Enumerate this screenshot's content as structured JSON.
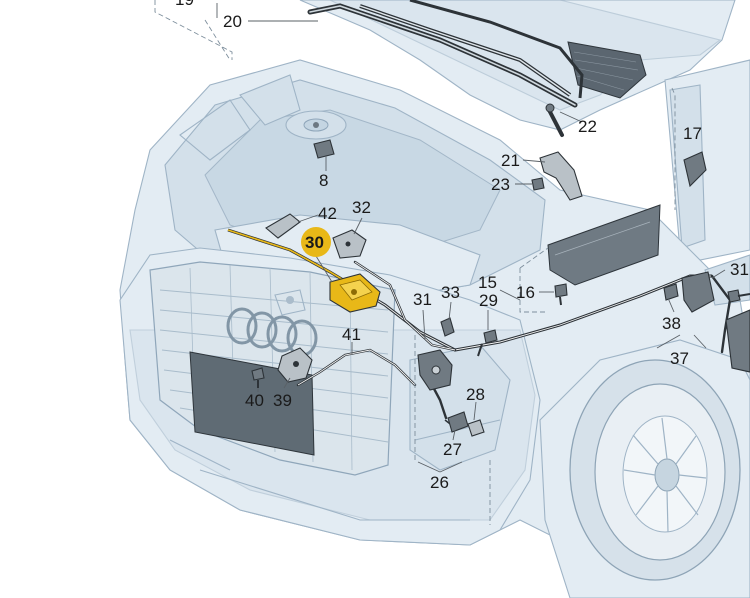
{
  "diagram": {
    "highlight_color": "#e8b818",
    "parts": [
      {
        "id": "p19",
        "label": "19"
      },
      {
        "id": "p20",
        "label": "20"
      },
      {
        "id": "p22",
        "label": "22"
      },
      {
        "id": "p17",
        "label": "17"
      },
      {
        "id": "p21",
        "label": "21"
      },
      {
        "id": "p23",
        "label": "23"
      },
      {
        "id": "p8",
        "label": "8"
      },
      {
        "id": "p42",
        "label": "42"
      },
      {
        "id": "p32",
        "label": "32"
      },
      {
        "id": "p30",
        "label": "30",
        "highlighted": true
      },
      {
        "id": "p31a",
        "label": "31"
      },
      {
        "id": "p33",
        "label": "33"
      },
      {
        "id": "p15",
        "label": "15"
      },
      {
        "id": "p29",
        "label": "29"
      },
      {
        "id": "p16",
        "label": "16"
      },
      {
        "id": "p31b",
        "label": "31"
      },
      {
        "id": "p38",
        "label": "38"
      },
      {
        "id": "p37",
        "label": "37"
      },
      {
        "id": "p41",
        "label": "41"
      },
      {
        "id": "p40",
        "label": "40"
      },
      {
        "id": "p39",
        "label": "39"
      },
      {
        "id": "p28",
        "label": "28"
      },
      {
        "id": "p27",
        "label": "27"
      },
      {
        "id": "p26",
        "label": "26"
      }
    ]
  }
}
